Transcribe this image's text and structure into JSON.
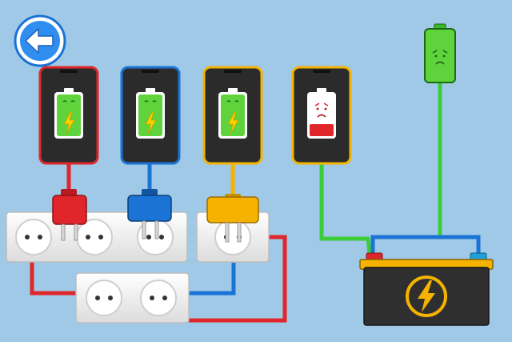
{
  "game": {
    "back_button": {
      "icon": "arrow-left-icon"
    },
    "phones": [
      {
        "id": "red",
        "frame_color": "#e0262b",
        "battery": "charging",
        "mood": "happy",
        "charge_level": 1.0
      },
      {
        "id": "blue",
        "frame_color": "#1b73d6",
        "battery": "charging",
        "mood": "happy",
        "charge_level": 1.0
      },
      {
        "id": "yellow",
        "frame_color": "#f5b300",
        "battery": "charging",
        "mood": "happy",
        "charge_level": 1.0
      },
      {
        "id": "unplugged",
        "frame_color": "#f5b300",
        "battery": "low",
        "mood": "sad",
        "charge_level": 0.22
      }
    ],
    "plugs": [
      {
        "color": "#e0262b"
      },
      {
        "color": "#1b73d6"
      },
      {
        "color": "#f5b300"
      }
    ],
    "small_battery": {
      "color": "#4cd23a",
      "mood": "sad",
      "icon": "battery-face-icon"
    },
    "car_battery": {
      "icon": "lightning-bolt-icon",
      "terminal_pos_color": "#e0262b",
      "terminal_neg_color": "#1fa0d8"
    },
    "colors": {
      "background": "#9fc9e6",
      "battery_green": "#5fd33b",
      "battery_red": "#e0262b",
      "bolt": "#f5b300",
      "wire_green": "#3ccc3a"
    }
  }
}
